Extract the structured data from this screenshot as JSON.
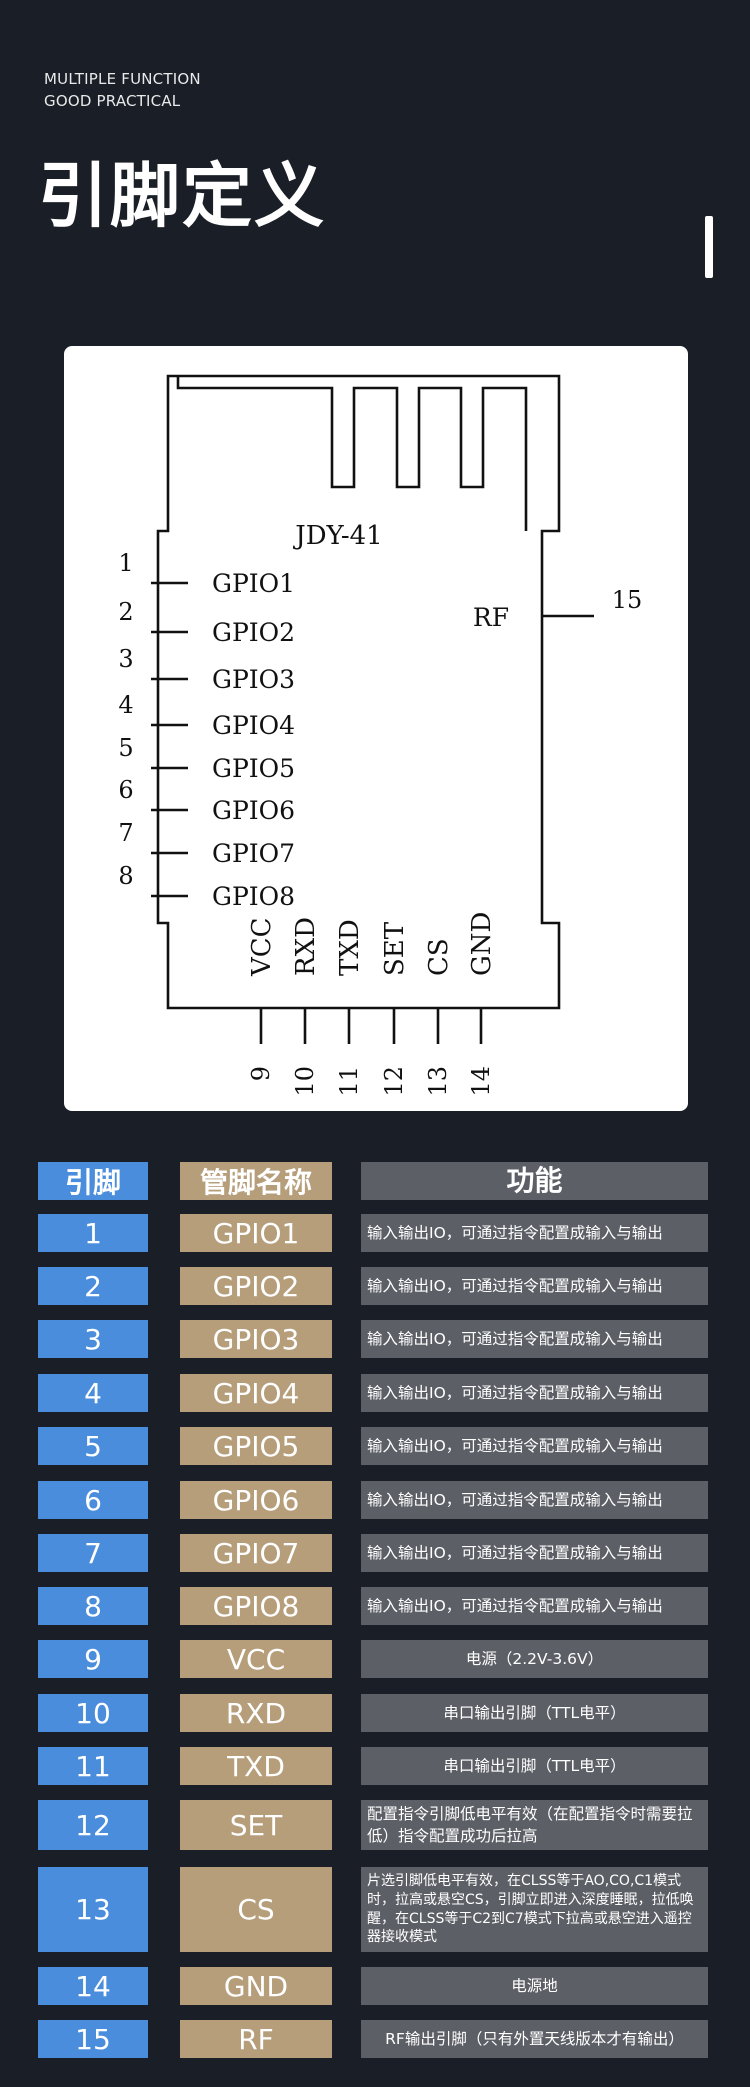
{
  "header": {
    "tagline_line1": "MULTIPLE FUNCTION",
    "tagline_line2": "GOOD PRACTICAL",
    "title": "引脚定义"
  },
  "diagram": {
    "module_name": "JDY-41",
    "rf_label": "RF",
    "left_pins": [
      {
        "num": "1",
        "name": "GPIO1"
      },
      {
        "num": "2",
        "name": "GPIO2"
      },
      {
        "num": "3",
        "name": "GPIO3"
      },
      {
        "num": "4",
        "name": "GPIO4"
      },
      {
        "num": "5",
        "name": "GPIO5"
      },
      {
        "num": "6",
        "name": "GPIO6"
      },
      {
        "num": "7",
        "name": "GPIO7"
      },
      {
        "num": "8",
        "name": "GPIO8"
      }
    ],
    "bottom_pins": [
      {
        "num": "9",
        "name": "VCC"
      },
      {
        "num": "10",
        "name": "RXD"
      },
      {
        "num": "11",
        "name": "TXD"
      },
      {
        "num": "12",
        "name": "SET"
      },
      {
        "num": "13",
        "name": "CS"
      },
      {
        "num": "14",
        "name": "GND"
      }
    ],
    "right_pin": {
      "num": "15",
      "name": "RF"
    }
  },
  "table": {
    "headers": {
      "pin": "引脚",
      "name": "管脚名称",
      "function": "功能"
    },
    "rows": [
      {
        "pin": "1",
        "name": "GPIO1",
        "function": "输入输出IO，可通过指令配置成输入与输出"
      },
      {
        "pin": "2",
        "name": "GPIO2",
        "function": "输入输出IO，可通过指令配置成输入与输出"
      },
      {
        "pin": "3",
        "name": "GPIO3",
        "function": "输入输出IO，可通过指令配置成输入与输出"
      },
      {
        "pin": "4",
        "name": "GPIO4",
        "function": "输入输出IO，可通过指令配置成输入与输出"
      },
      {
        "pin": "5",
        "name": "GPIO5",
        "function": "输入输出IO，可通过指令配置成输入与输出"
      },
      {
        "pin": "6",
        "name": "GPIO6",
        "function": "输入输出IO，可通过指令配置成输入与输出"
      },
      {
        "pin": "7",
        "name": "GPIO7",
        "function": "输入输出IO，可通过指令配置成输入与输出"
      },
      {
        "pin": "8",
        "name": "GPIO8",
        "function": "输入输出IO，可通过指令配置成输入与输出"
      },
      {
        "pin": "9",
        "name": "VCC",
        "function": "电源（2.2V-3.6V）"
      },
      {
        "pin": "10",
        "name": "RXD",
        "function": "串口输出引脚（TTL电平）"
      },
      {
        "pin": "11",
        "name": "TXD",
        "function": "串口输出引脚（TTL电平）"
      },
      {
        "pin": "12",
        "name": "SET",
        "function": "配置指令引脚低电平有效（在配置指令时需要拉低）指令配置成功后拉高"
      },
      {
        "pin": "13",
        "name": "CS",
        "function": "片选引脚低电平有效，在CLSS等于AO,CO,C1模式时，拉高或悬空CS，引脚立即进入深度睡眠，拉低唤醒，在CLSS等于C2到C7模式下拉高或悬空进入遥控器接收模式"
      },
      {
        "pin": "14",
        "name": "GND",
        "function": "电源地"
      },
      {
        "pin": "15",
        "name": "RF",
        "function": "RF输出引脚（只有外置天线版本才有输出）"
      }
    ]
  }
}
